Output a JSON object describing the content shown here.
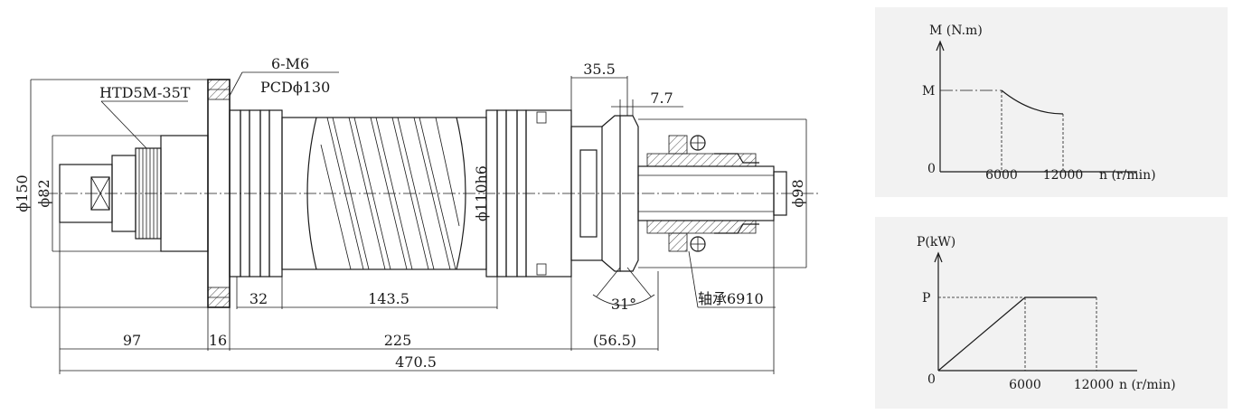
{
  "drawing": {
    "labels": {
      "pulley": "HTD5M-35T",
      "screws": "6-M6",
      "pcd": "PCDϕ130",
      "dia150": "ϕ150",
      "dia82": "ϕ82",
      "dia110": "ϕ110h6",
      "dia98": "ϕ98",
      "dim97": "97",
      "dim16": "16",
      "dim32": "32",
      "dim143": "143.5",
      "dim225": "225",
      "dim56": "(56.5)",
      "dim470": "470.5",
      "dim35": "35.5",
      "dim77": "7.7",
      "angle": "31°",
      "bearing": "轴承6910"
    }
  },
  "torque_chart": {
    "ylabel": "M (N.m)",
    "ytick": "M",
    "origin": "0",
    "xtick1": "6000",
    "xtick2": "12000",
    "xlabel": "n (r/min)"
  },
  "power_chart": {
    "ylabel": "P(kW)",
    "ytick": "P",
    "origin": "0",
    "xtick1": "6000",
    "xtick2": "12000",
    "xlabel": "n (r/min)"
  }
}
